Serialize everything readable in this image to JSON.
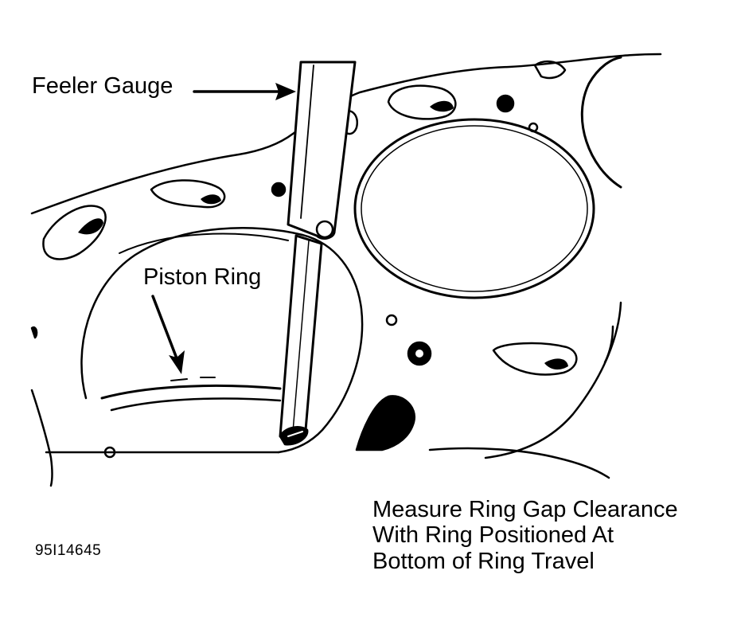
{
  "labels": {
    "feeler_gauge": "Feeler Gauge",
    "piston_ring": "Piston Ring",
    "note_lines": [
      "Measure Ring Gap Clearance",
      "With Ring Positioned At",
      "Bottom of Ring Travel"
    ],
    "figure_code": "95I14645"
  },
  "colors": {
    "ink": "#000000",
    "paper": "#ffffff"
  }
}
